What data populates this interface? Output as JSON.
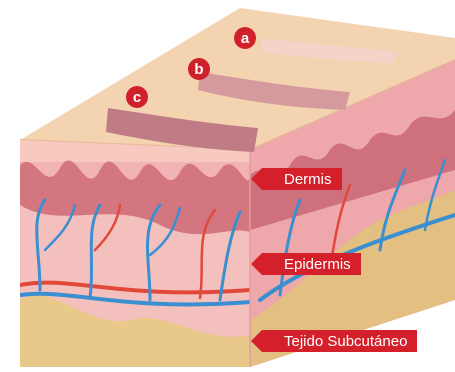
{
  "labels": {
    "dermis": "Dermis",
    "epidermis": "Epidermis",
    "subcutaneo": "Tejido Subcutáneo"
  },
  "markers": {
    "a": "a",
    "b": "b",
    "c": "c"
  },
  "colors": {
    "label_red": "#d3202a",
    "top_surface": "#f3d3b0",
    "skin_pink": "#f2b3b4",
    "dermis_wave": "#c8626f",
    "vein_blue": "#3a8fd0",
    "artery_red": "#e2483a",
    "fat_yellow": "#e8c98a"
  }
}
